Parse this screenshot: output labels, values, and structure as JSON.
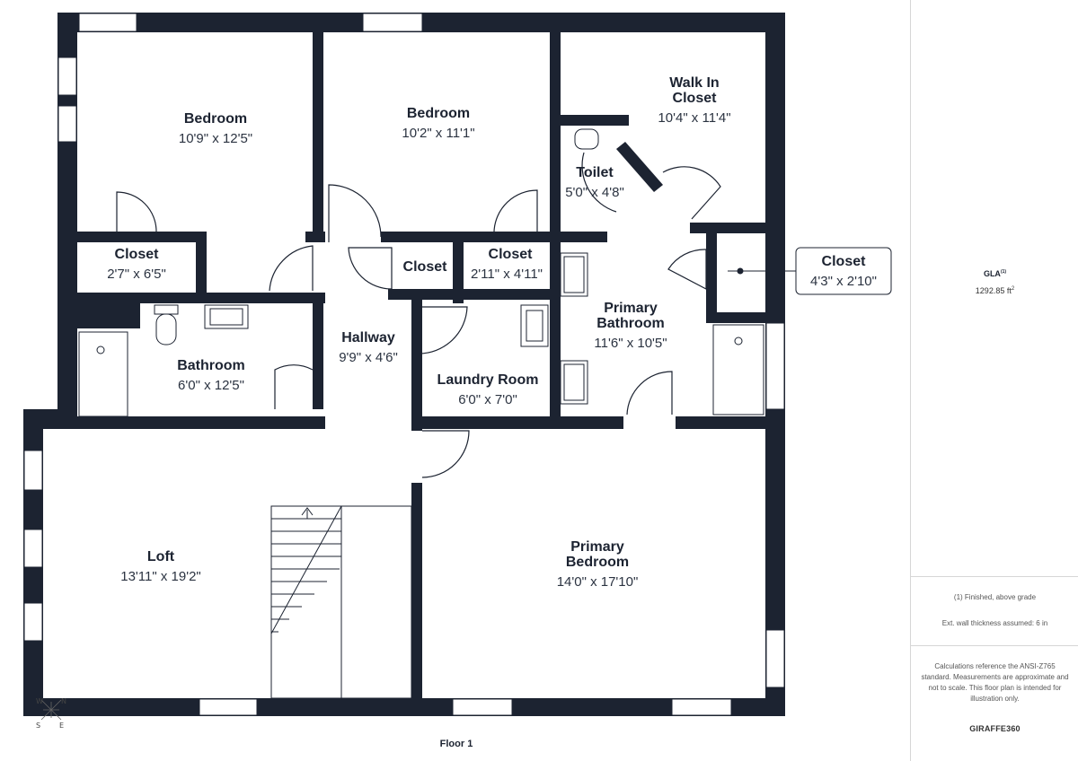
{
  "floor": {
    "label": "Floor 1"
  },
  "rooms": [
    {
      "id": "bedroom-1",
      "name": "Bedroom",
      "dims": "10'9\" x 12'5\""
    },
    {
      "id": "bedroom-2",
      "name": "Bedroom",
      "dims": "10'2\" x 11'1\""
    },
    {
      "id": "walk-in-closet",
      "name_lines": [
        "Walk In",
        "Closet"
      ],
      "dims": "10'4\" x 11'4\""
    },
    {
      "id": "toilet",
      "name": "Toilet",
      "dims": "5'0\" x 4'8\""
    },
    {
      "id": "closet-1",
      "name": "Closet",
      "dims": "2'7\" x 6'5\""
    },
    {
      "id": "closet-2",
      "name": "Closet"
    },
    {
      "id": "closet-3",
      "name": "Closet",
      "dims": "2'11\" x 4'11\""
    },
    {
      "id": "closet-4",
      "name": "Closet",
      "dims": "4'3\" x 2'10\""
    },
    {
      "id": "primary-bathroom",
      "name_lines": [
        "Primary",
        "Bathroom"
      ],
      "dims": "11'6\" x 10'5\""
    },
    {
      "id": "hallway",
      "name": "Hallway",
      "dims": "9'9\" x 4'6\""
    },
    {
      "id": "bathroom",
      "name": "Bathroom",
      "dims": "6'0\" x 12'5\""
    },
    {
      "id": "laundry-room",
      "name": "Laundry Room",
      "dims": "6'0\" x 7'0\""
    },
    {
      "id": "loft",
      "name": "Loft",
      "dims": "13'11\" x 19'2\""
    },
    {
      "id": "primary-bedroom",
      "name_lines": [
        "Primary",
        "Bedroom"
      ],
      "dims": "14'0\" x 17'10\""
    }
  ],
  "compass": {
    "n": "N",
    "s": "S",
    "e": "E",
    "w": "W"
  },
  "sidebar": {
    "gla_label": "GLA",
    "gla_footnote": "(1)",
    "gla_value": "1292.85 ft",
    "gla_unit_sup": "2",
    "note_finished": "(1) Finished, above grade",
    "note_wall": "Ext. wall thickness assumed: 6 in",
    "note_ansi": "Calculations reference the ANSI-Z765 standard. Measurements are approximate and not to scale. This floor plan is intended for illustration only.",
    "brand": "GIRAFFE360"
  },
  "colors": {
    "wall": "#1c2331",
    "text": "#1c2331",
    "rule": "#d6d6d6"
  }
}
